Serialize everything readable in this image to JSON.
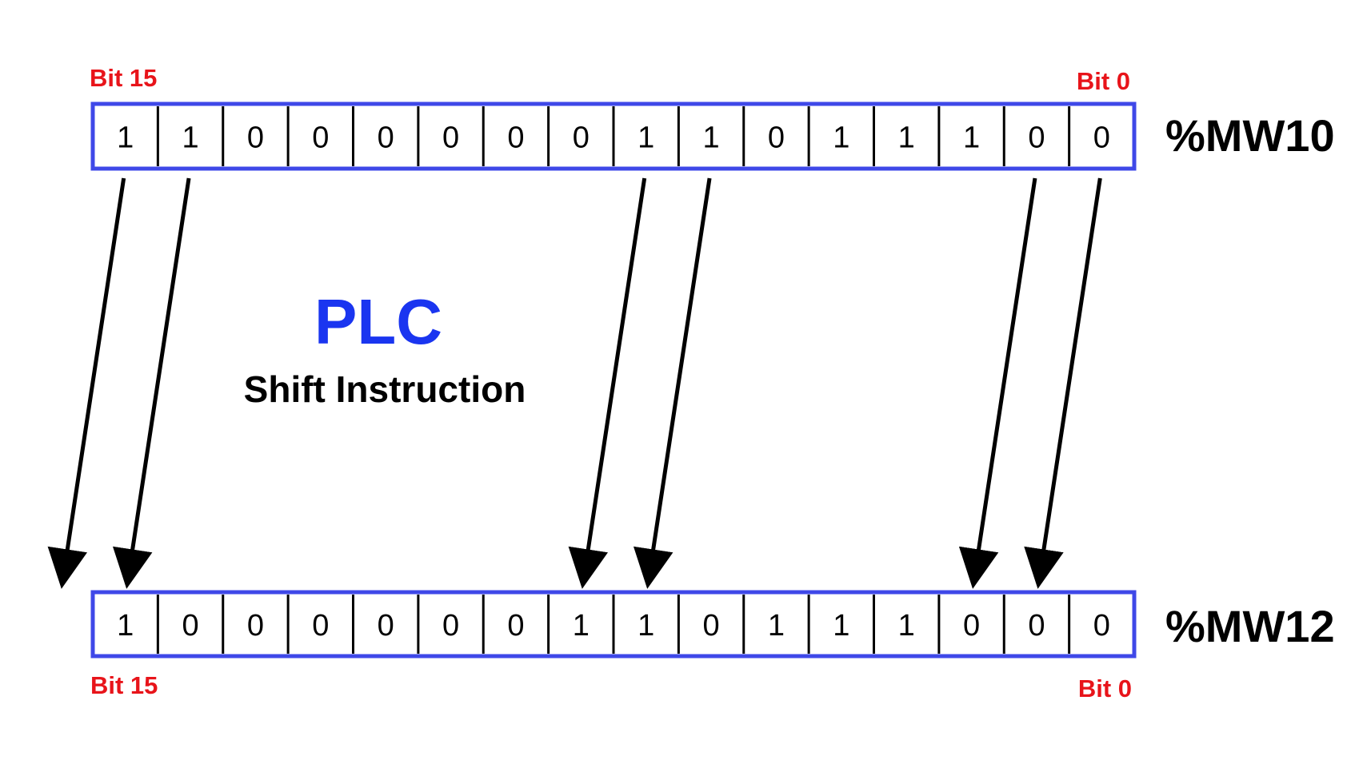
{
  "diagram": {
    "title": "PLC",
    "subtitle": "Shift Instruction",
    "colors": {
      "title": "#1a35f0",
      "bit_label": "#e8141a",
      "register_border": "#3f48e8",
      "cell_border": "#000000",
      "arrow": "#000000"
    },
    "source_register": {
      "name": "%MW10",
      "msb_label": "Bit 15",
      "lsb_label": "Bit 0",
      "bits": [
        "1",
        "1",
        "0",
        "0",
        "0",
        "0",
        "0",
        "0",
        "1",
        "1",
        "0",
        "1",
        "1",
        "1",
        "0",
        "0"
      ]
    },
    "result_register": {
      "name": "%MW12",
      "msb_label": "Bit 15",
      "lsb_label": "Bit 0",
      "bits": [
        "1",
        "0",
        "0",
        "0",
        "0",
        "0",
        "0",
        "1",
        "1",
        "0",
        "1",
        "1",
        "1",
        "0",
        "0",
        "0"
      ]
    },
    "arrows": [
      {
        "from_bit": 0,
        "to_bit": -1
      },
      {
        "from_bit": 1,
        "to_bit": 0
      },
      {
        "from_bit": 8,
        "to_bit": 7
      },
      {
        "from_bit": 9,
        "to_bit": 8
      },
      {
        "from_bit": 14,
        "to_bit": 13
      },
      {
        "from_bit": 15,
        "to_bit": 14
      }
    ]
  }
}
